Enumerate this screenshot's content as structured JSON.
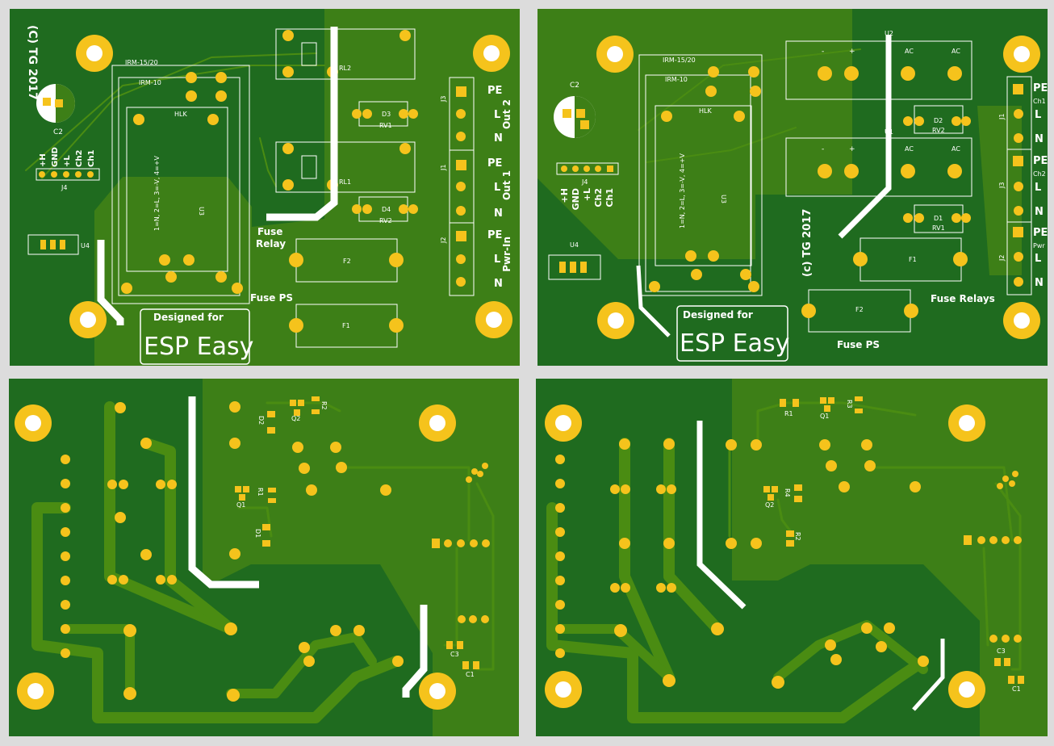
{
  "boards": {
    "top_left": {
      "copyright": "(C) TG 2017",
      "c2": "C2",
      "j4_labels": [
        "+H",
        "GND",
        "+L",
        "Ch2",
        "Ch1"
      ],
      "j4": "J4",
      "u4": "U4",
      "irm1520": "IRM-15/20",
      "irm10": "IRM-10",
      "hlk": "HLK",
      "pinout": "1=N, 2=L, 3=-V, 4=+V",
      "u3": "U3",
      "rl2": "RL2",
      "rl1": "RL1",
      "d3": "D3",
      "rv1": "RV1",
      "d4": "D4",
      "rv2": "RV2",
      "j3": "J3",
      "j1": "J1",
      "j2": "J2",
      "pe": "PE",
      "l": "L",
      "n": "N",
      "out2": "Out 2",
      "out1": "Out 1",
      "pwrin": "Pwr-In",
      "fuse_relay_1": "Fuse",
      "fuse_relay_2": "Relay",
      "fuse_ps": "Fuse PS",
      "f2": "F2",
      "f1": "F1",
      "designed_for": "Designed for",
      "esp_easy": "ESP Easy"
    },
    "top_right": {
      "c2": "C2",
      "irm1520": "IRM-15/20",
      "irm10": "IRM-10",
      "hlk": "HLK",
      "pinout": "1=N, 2=L, 3=-V, 4=+V",
      "u3": "U3",
      "j4": "J4",
      "j4_labels": [
        "+H",
        "GND",
        "+L",
        "Ch2",
        "Ch1"
      ],
      "u4": "U4",
      "u2": "U2",
      "u1": "U1",
      "minus": "-",
      "plus": "+",
      "ac": "AC",
      "d2": "D2",
      "rv2": "RV2",
      "d1": "D1",
      "rv1": "RV1",
      "copyright": "(c) TG 2017",
      "f1": "F1",
      "f2": "F2",
      "fuse_relays": "Fuse Relays",
      "fuse_ps": "Fuse PS",
      "pe": "PE",
      "l": "L",
      "n": "N",
      "ch1": "Ch1",
      "ch2": "Ch2",
      "pwr": "Pwr",
      "j1": "J1",
      "j3": "J3",
      "j2": "J2",
      "designed_for": "Designed for",
      "esp_easy": "ESP Easy"
    },
    "bottom_left": {
      "q2": "Q2",
      "r2": "R2",
      "d2": "D2",
      "q1": "Q1",
      "r1": "R1",
      "d1": "D1",
      "c3": "C3",
      "c1": "C1"
    },
    "bottom_right": {
      "r1": "R1",
      "q1": "Q1",
      "r3": "R3",
      "q2": "Q2",
      "r4": "R4",
      "r2": "R2",
      "c3": "C3",
      "c1": "C1"
    }
  },
  "colors": {
    "board_dark": "#1f6b1f",
    "board_light": "#3d7f17",
    "pad": "#f5c31c",
    "silkscreen": "#ffffff",
    "background": "#dcdcdc"
  }
}
